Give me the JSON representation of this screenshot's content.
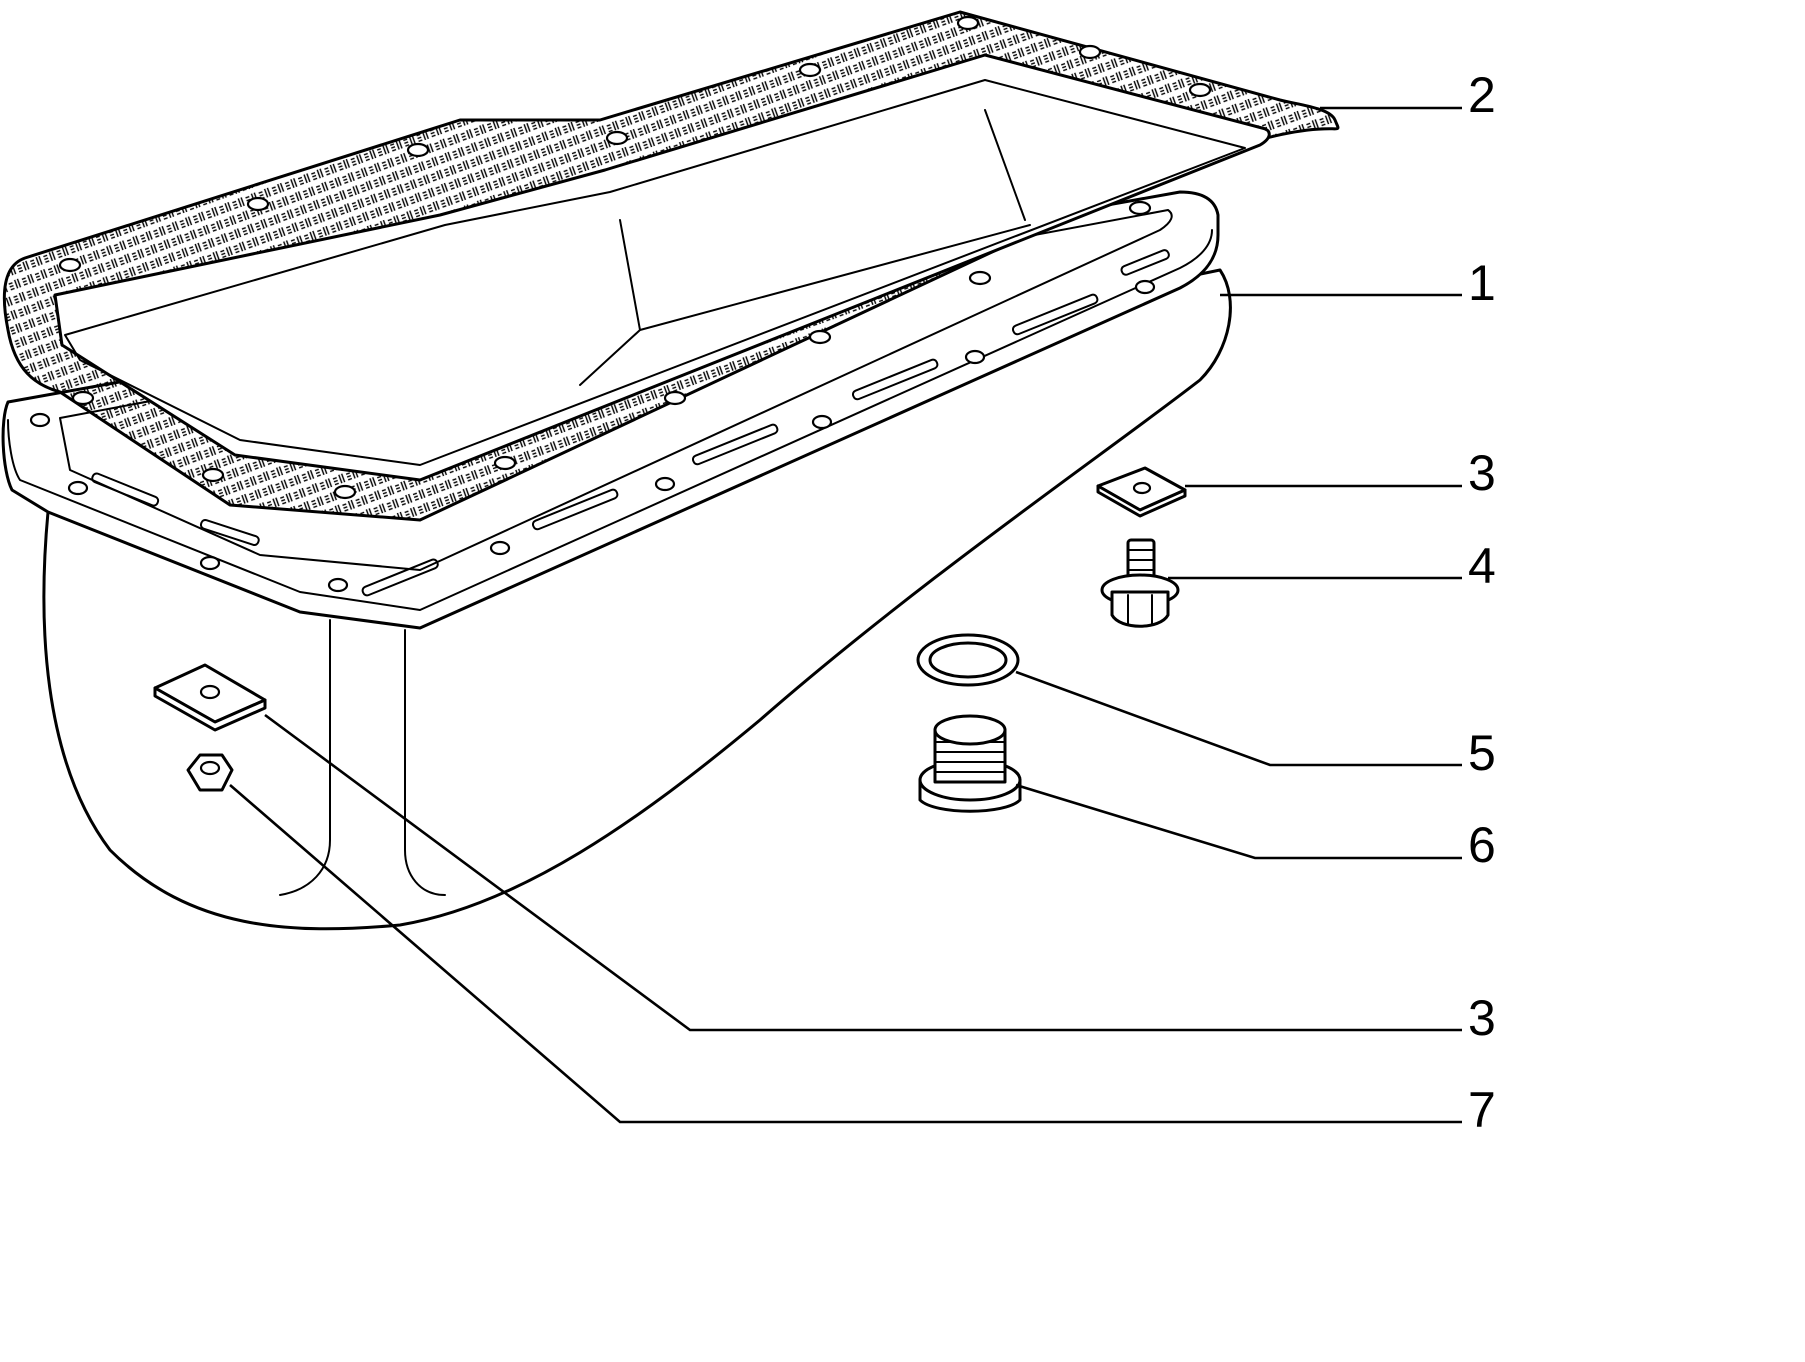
{
  "callouts": [
    {
      "id": "c2",
      "label": "2"
    },
    {
      "id": "c1",
      "label": "1"
    },
    {
      "id": "c3a",
      "label": "3"
    },
    {
      "id": "c4",
      "label": "4"
    },
    {
      "id": "c5",
      "label": "5"
    },
    {
      "id": "c6",
      "label": "6"
    },
    {
      "id": "c3b",
      "label": "3"
    },
    {
      "id": "c7",
      "label": "7"
    }
  ]
}
